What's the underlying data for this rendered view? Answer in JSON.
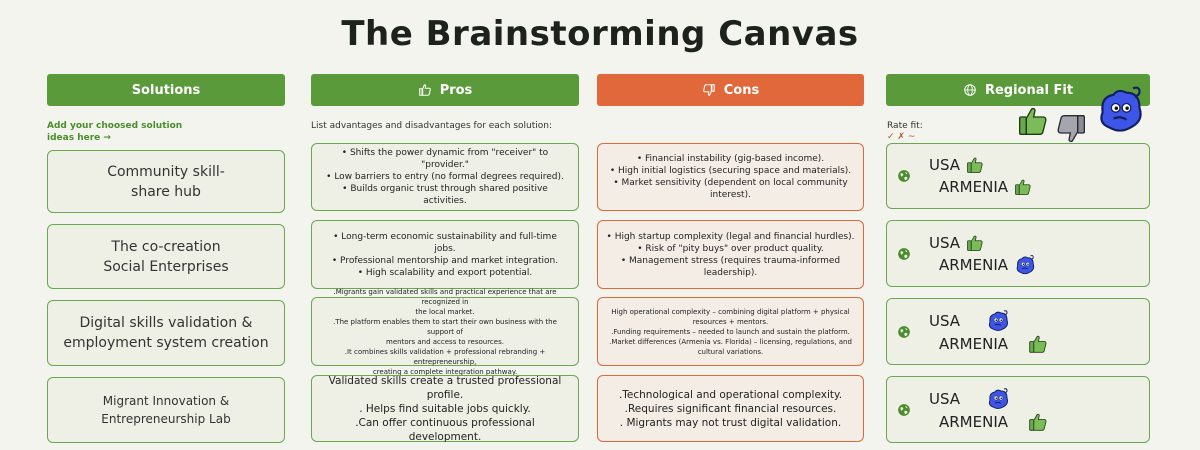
{
  "title": "The Brainstorming Canvas",
  "columns": {
    "solutions": {
      "label": "Solutions",
      "hint": "Add your choosed solution ideas here →"
    },
    "pros": {
      "label": "Pros",
      "icon": "thumbs-up-icon",
      "hint": "List advantages and disadvantages for each solution:"
    },
    "cons": {
      "label": "Cons",
      "icon": "thumbs-down-icon"
    },
    "fit": {
      "label": "Regional Fit",
      "icon": "globe-icon",
      "rate_label": "Rate fit:",
      "rate_marks": "✓ ✗ ~"
    }
  },
  "colors": {
    "green": "#5a9a3a",
    "orange": "#e0683b",
    "blue_sticker": "#3d56e8"
  },
  "rows": [
    {
      "solution": [
        "Community skill-",
        "share hub"
      ],
      "pros": [
        "• Shifts the power dynamic from \"receiver\" to \"provider.\"",
        "• Low barriers to entry (no formal degrees required).",
        "• Builds organic trust through shared positive activities."
      ],
      "cons": [
        "• Financial instability (gig-based income).",
        "• High initial logistics (securing space and materials).",
        "• Market sensitivity (dependent on local community",
        "interest)."
      ],
      "usa": "USA",
      "armenia": "ARMENIA",
      "usa_rating": "thumbs-up",
      "armenia_rating": "thumbs-up"
    },
    {
      "solution": [
        "The co-creation",
        "Social Enterprises"
      ],
      "pros": [
        "• Long-term economic sustainability and full-time",
        "jobs.",
        "• Professional mentorship and market integration.",
        "• High scalability and export potential."
      ],
      "cons": [
        "• High startup complexity (legal and financial hurdles).",
        "• Risk of \"pity buys\" over product quality.",
        "• Management stress (requires trauma-informed",
        "leadership)."
      ],
      "usa": "USA",
      "armenia": "ARMENIA",
      "usa_rating": "thumbs-up",
      "armenia_rating": "confused"
    },
    {
      "solution": [
        "Digital skills validation &",
        "employment system creation"
      ],
      "pros": [
        ".Migrants gain validated skills and practical experience that are recognized in",
        "the local market.",
        ".The platform enables them to start their own business with the support of",
        "mentors and access to resources.",
        ".It combines skills validation + professional rebranding + entrepreneurship,",
        "creating a complete integration pathway."
      ],
      "cons": [
        "High operational complexity – combining digital platform + physical",
        "resources + mentors.",
        ".Funding requirements – needed to launch and sustain the platform.",
        ".Market differences (Armenia vs. Florida) – licensing, regulations, and",
        "cultural variations."
      ],
      "usa": "USA",
      "armenia": "ARMENIA",
      "usa_rating": "confused",
      "armenia_rating": "thumbs-up"
    },
    {
      "solution": [
        "Migrant Innovation &",
        "Entrepreneurship Lab"
      ],
      "pros": [
        "Validated skills create a trusted professional profile.",
        ". Helps find suitable jobs quickly.",
        ".Can offer continuous professional development."
      ],
      "cons": [
        ".Technological and operational complexity.",
        ".Requires significant financial resources.",
        ". Migrants may not trust digital validation."
      ],
      "usa": "USA",
      "armenia": "ARMENIA",
      "usa_rating": "confused",
      "armenia_rating": "thumbs-up"
    }
  ]
}
